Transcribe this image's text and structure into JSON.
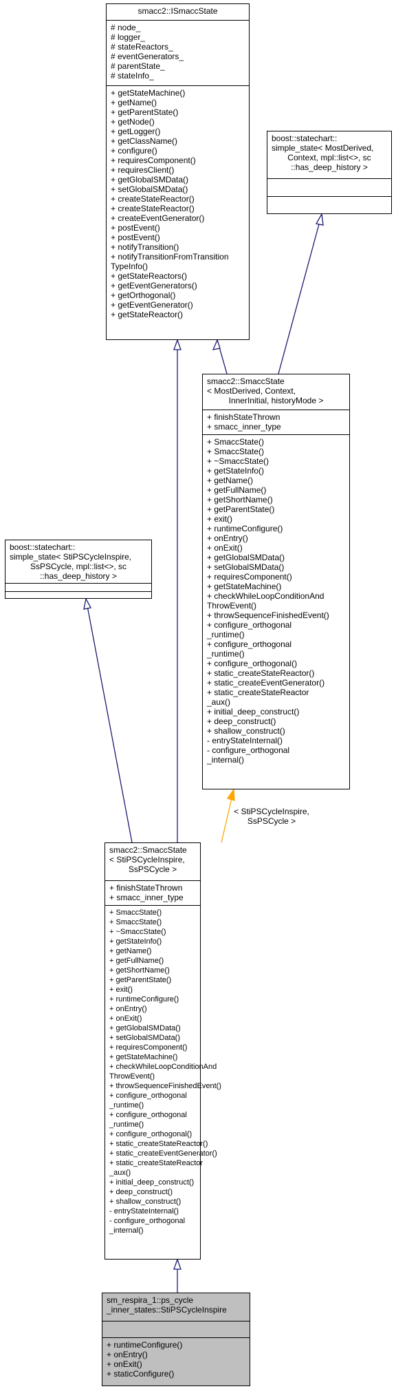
{
  "nodes": {
    "istate": {
      "title": [
        "smacc2::ISmaccState"
      ],
      "attributes": [
        "# node_",
        "# logger_",
        "# stateReactors_",
        "# eventGenerators_",
        "# parentState_",
        "# stateInfo_"
      ],
      "methods": [
        "+ getStateMachine()",
        "+ getName()",
        "+ getParentState()",
        "+ getNode()",
        "+ getLogger()",
        "+ getClassName()",
        "+ configure()",
        "+ requiresComponent()",
        "+ requiresClient()",
        "+ getGlobalSMData()",
        "+ setGlobalSMData()",
        "+ createStateReactor()",
        "+ createStateReactor()",
        "+ createEventGenerator()",
        "+ postEvent()",
        "+ postEvent()",
        "+ notifyTransition()",
        "+ notifyTransitionFromTransition",
        "TypeInfo()",
        "+ getStateReactors()",
        "+ getEventGenerators()",
        "+ getOrthogonal()",
        "+ getEventGenerator()",
        "+ getStateReactor()"
      ]
    },
    "boost_top": {
      "title": [
        "boost::statechart::",
        "simple_state< MostDerived,",
        " Context, mpl::list<>, sc",
        "::has_deep_history >"
      ],
      "attributes": [],
      "methods": []
    },
    "smacc_template": {
      "title": [
        "smacc2::SmaccState",
        "< MostDerived, Context,",
        " InnerInitial, historyMode >"
      ],
      "attributes": [
        "+ finishStateThrown",
        "+ smacc_inner_type"
      ],
      "methods": [
        "+ SmaccState()",
        "+ SmaccState()",
        "+ ~SmaccState()",
        "+ getStateInfo()",
        "+ getName()",
        "+ getFullName()",
        "+ getShortName()",
        "+ getParentState()",
        "+ exit()",
        "+ runtimeConfigure()",
        "+ onEntry()",
        "+ onExit()",
        "+ getGlobalSMData()",
        "+ setGlobalSMData()",
        "+ requiresComponent()",
        "+ getStateMachine()",
        "+ checkWhileLoopConditionAnd",
        "ThrowEvent()",
        "+ throwSequenceFinishedEvent()",
        "+ configure_orthogonal",
        "_runtime()",
        "+ configure_orthogonal",
        "_runtime()",
        "+ configure_orthogonal()",
        "+ static_createStateReactor()",
        "+ static_createEventGenerator()",
        "+ static_createStateReactor",
        "_aux()",
        "+ initial_deep_construct()",
        "+ deep_construct()",
        "+ shallow_construct()",
        "- entryStateInternal()",
        "- configure_orthogonal",
        "_internal()"
      ]
    },
    "boost_left": {
      "title": [
        "boost::statechart::",
        "simple_state< StiPSCycleInspire,",
        " SsPSCycle, mpl::list<>, sc",
        "::has_deep_history >"
      ],
      "attributes": [],
      "methods": []
    },
    "smacc_inst": {
      "title": [
        "smacc2::SmaccState",
        "< StiPSCycleInspire,",
        " SsPSCycle >"
      ],
      "attributes": [
        "+ finishStateThrown",
        "+ smacc_inner_type"
      ],
      "methods": [
        "+ SmaccState()",
        "+ SmaccState()",
        "+ ~SmaccState()",
        "+ getStateInfo()",
        "+ getName()",
        "+ getFullName()",
        "+ getShortName()",
        "+ getParentState()",
        "+ exit()",
        "+ runtimeConfigure()",
        "+ onEntry()",
        "+ onExit()",
        "+ getGlobalSMData()",
        "+ setGlobalSMData()",
        "+ requiresComponent()",
        "+ getStateMachine()",
        "+ checkWhileLoopConditionAnd",
        "ThrowEvent()",
        "+ throwSequenceFinishedEvent()",
        "+ configure_orthogonal",
        "_runtime()",
        "+ configure_orthogonal",
        "_runtime()",
        "+ configure_orthogonal()",
        "+ static_createStateReactor()",
        "+ static_createEventGenerator()",
        "+ static_createStateReactor",
        "_aux()",
        "+ initial_deep_construct()",
        "+ deep_construct()",
        "+ shallow_construct()",
        "- entryStateInternal()",
        "- configure_orthogonal",
        "_internal()"
      ]
    },
    "current": {
      "title": [
        "sm_respira_1::ps_cycle",
        "_inner_states::StiPSCycleInspire"
      ],
      "attributes": [],
      "methods": [
        "+ runtimeConfigure()",
        "+ onEntry()",
        "+ onExit()",
        "+ staticConfigure()"
      ]
    }
  },
  "edge_label": [
    "< StiPSCycleInspire,",
    "SsPSCycle >"
  ],
  "colors": {
    "inherit": "#191970",
    "template": "#ffa500",
    "current_fill": "#bfbfbf"
  }
}
